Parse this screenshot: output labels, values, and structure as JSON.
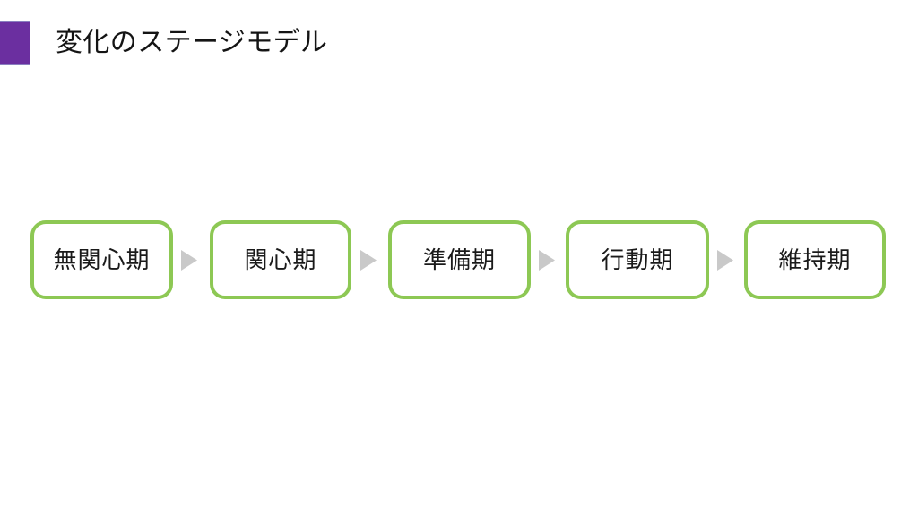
{
  "slide": {
    "title": "変化のステージモデル",
    "background_color": "#ffffff",
    "accent_color": "#6B2FA0",
    "title_color": "#141414"
  },
  "diagram": {
    "type": "process-flow",
    "orientation": "horizontal",
    "box_border_color": "#8DC854",
    "box_fill_color": "#ffffff",
    "box_text_color": "#1a1a1a",
    "arrow_color": "#C9C9C9",
    "stages": [
      {
        "label": "無関心期",
        "order": 1
      },
      {
        "label": "関心期",
        "order": 2
      },
      {
        "label": "準備期",
        "order": 3
      },
      {
        "label": "行動期",
        "order": 4
      },
      {
        "label": "維持期",
        "order": 5
      }
    ],
    "connectors": [
      {
        "icon": "triangle-right-icon",
        "from": "無関心期",
        "to": "関心期"
      },
      {
        "icon": "triangle-right-icon",
        "from": "関心期",
        "to": "準備期"
      },
      {
        "icon": "triangle-right-icon",
        "from": "準備期",
        "to": "行動期"
      },
      {
        "icon": "triangle-right-icon",
        "from": "行動期",
        "to": "維持期"
      }
    ]
  }
}
